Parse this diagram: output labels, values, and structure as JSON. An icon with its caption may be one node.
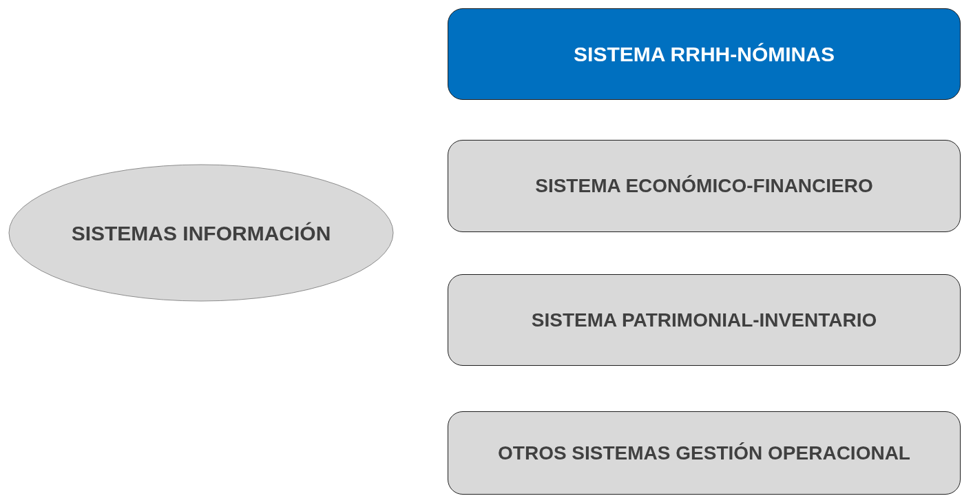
{
  "diagram": {
    "nodes": [
      {
        "text": [
          "SISTEMAS INFORMACIÓN"
        ]
      },
      {
        "text": [
          "SISTEMA RRHH-NÓMINAS"
        ]
      },
      {
        "text": [
          "SISTEMA ECONÓMICO-FINANCIERO"
        ]
      },
      {
        "text": [
          "SISTEMA PATRIMONIAL-INVENTARIO"
        ]
      },
      {
        "text": [
          "OTROS SISTEMAS GESTIÓN OPERACIONAL"
        ]
      }
    ]
  }
}
